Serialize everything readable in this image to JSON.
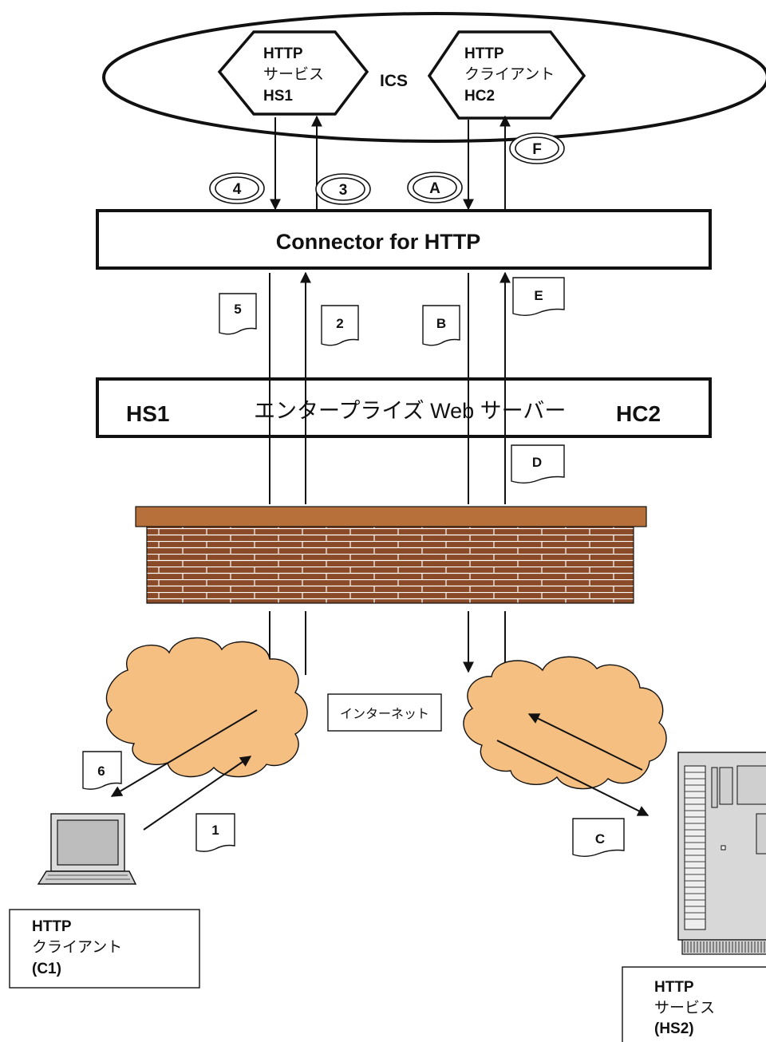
{
  "ics": {
    "label": "ICS",
    "http_service": [
      "HTTP",
      "サービス",
      "HS1"
    ],
    "http_client": [
      "HTTP",
      "クライアント",
      "HC2"
    ]
  },
  "connector": {
    "label": "Connector for HTTP"
  },
  "web_server": {
    "left": "HS1",
    "center": "エンタープライズ Web サーバー",
    "right": "HC2"
  },
  "internet_label": "インターネット",
  "steps": {
    "s1": "1",
    "s2": "2",
    "s3": "3",
    "s4": "4",
    "s5": "5",
    "s6": "6",
    "sA": "A",
    "sB": "B",
    "sC": "C",
    "sD": "D",
    "sE": "E",
    "sF": "F"
  },
  "client_box": [
    "HTTP",
    "クライアント",
    "(C1)"
  ],
  "service_box": [
    "HTTP",
    "サービス",
    "(HS2)"
  ],
  "colors": {
    "firewall_brick": "#8a4a28",
    "firewall_cap": "#b8703a",
    "cloud": "#f6bf82",
    "server": "#d8d8d8"
  }
}
